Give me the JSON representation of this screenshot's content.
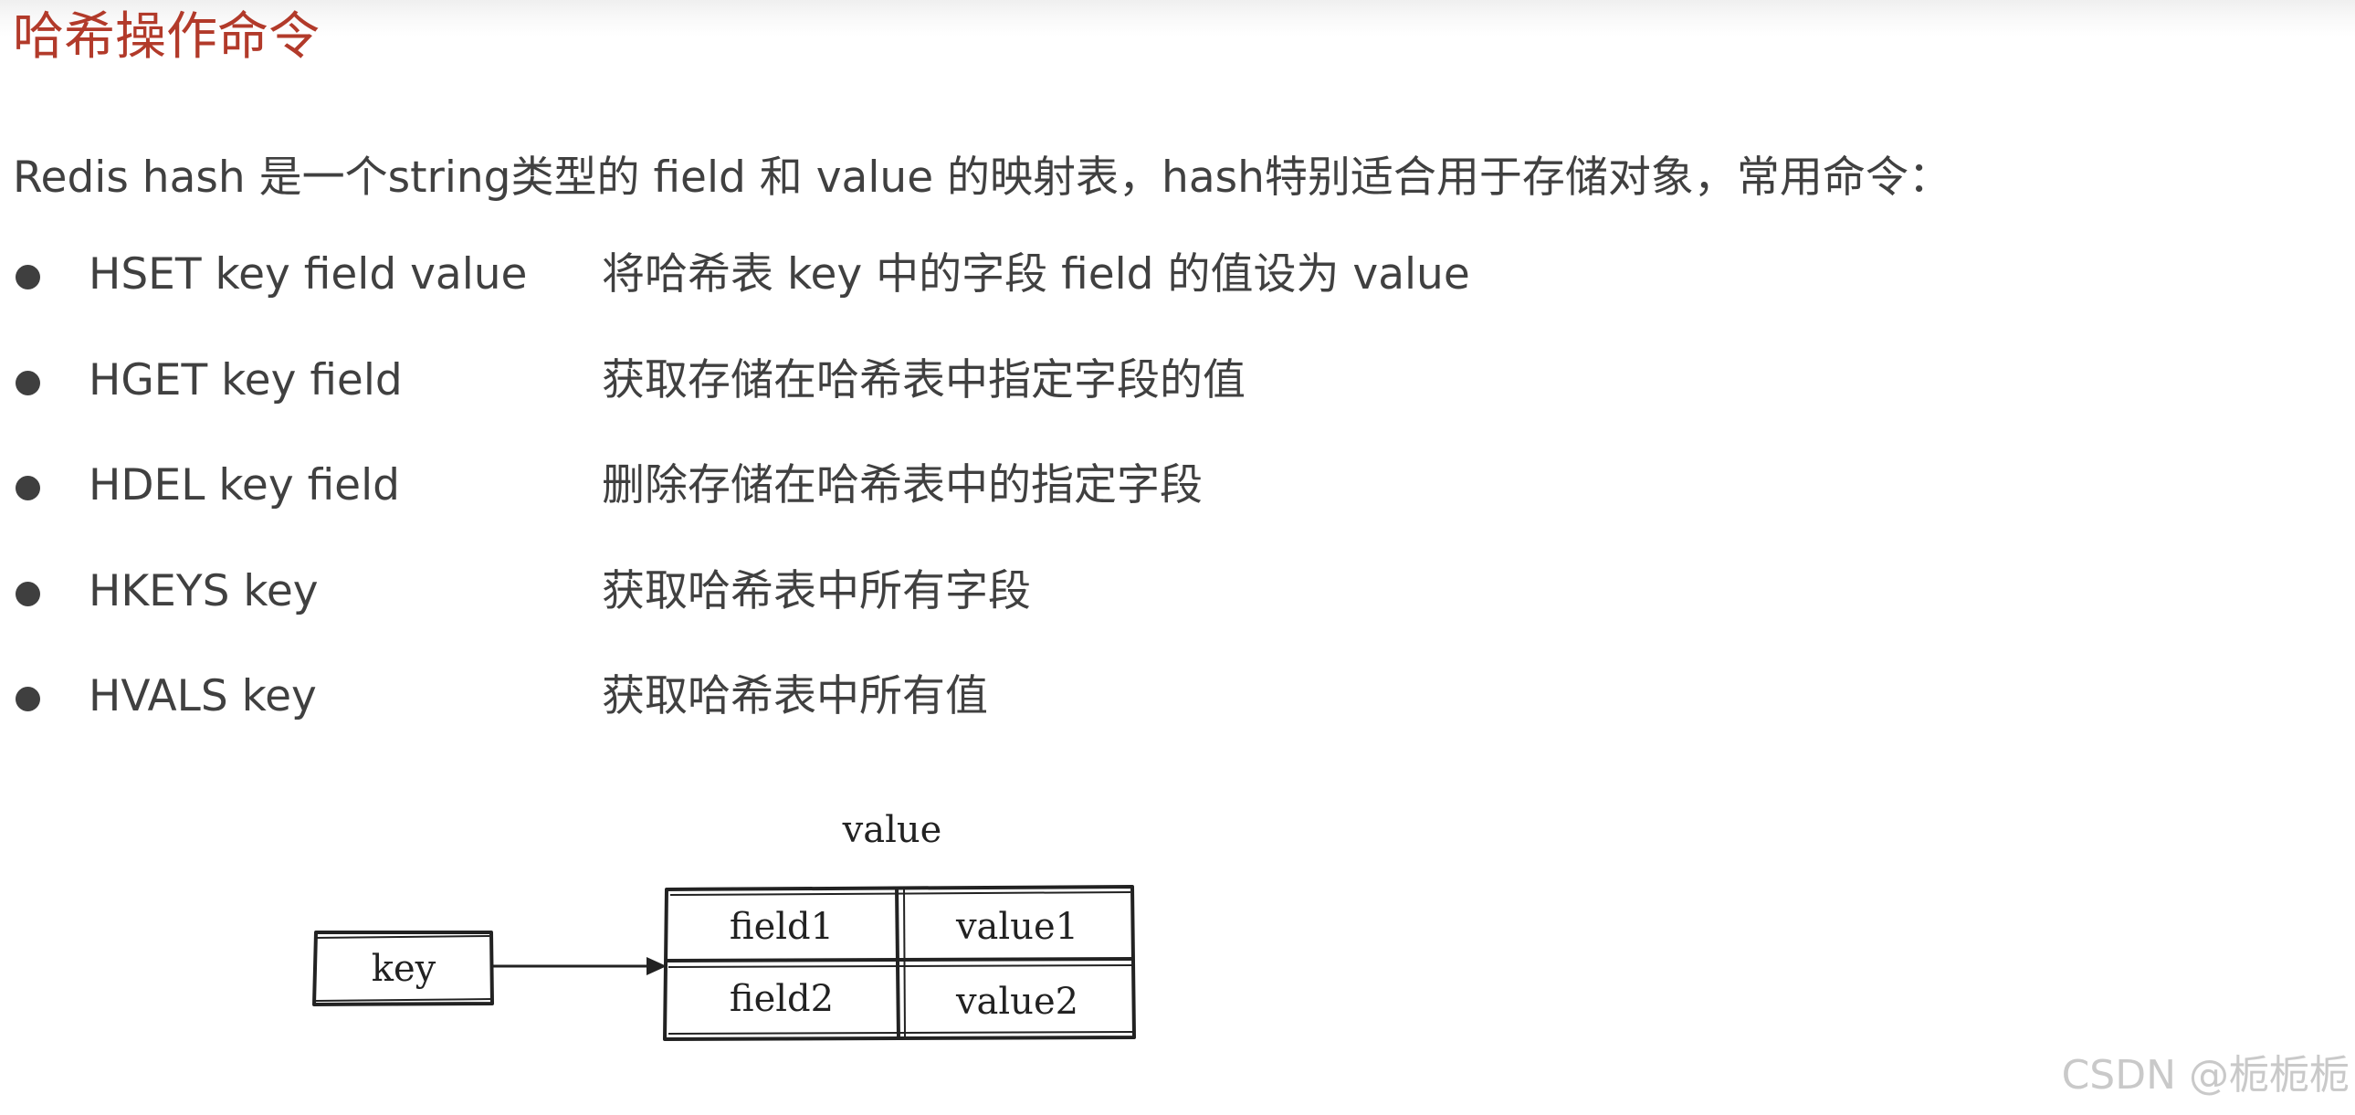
{
  "title": "哈希操作命令",
  "intro": "Redis hash 是一个string类型的 field 和 value 的映射表，hash特别适合用于存储对象，常用命令：",
  "commands": [
    {
      "cmd": "HSET key field value",
      "desc": "将哈希表 key 中的字段 field 的值设为 value"
    },
    {
      "cmd": "HGET key field",
      "desc": "获取存储在哈希表中指定字段的值"
    },
    {
      "cmd": "HDEL key field",
      "desc": "删除存储在哈希表中的指定字段"
    },
    {
      "cmd": "HKEYS key",
      "desc": "获取哈希表中所有字段"
    },
    {
      "cmd": "HVALS key",
      "desc": "获取哈希表中所有值"
    }
  ],
  "diagram": {
    "value_label": "value",
    "key_label": "key",
    "rows": [
      {
        "field": "field1",
        "value": "value1"
      },
      {
        "field": "field2",
        "value": "value2"
      }
    ]
  },
  "watermark": "CSDN @栀栀栀",
  "colors": {
    "title": "#b23a2a",
    "text": "#404040",
    "bullet": "#3f3f3f"
  }
}
